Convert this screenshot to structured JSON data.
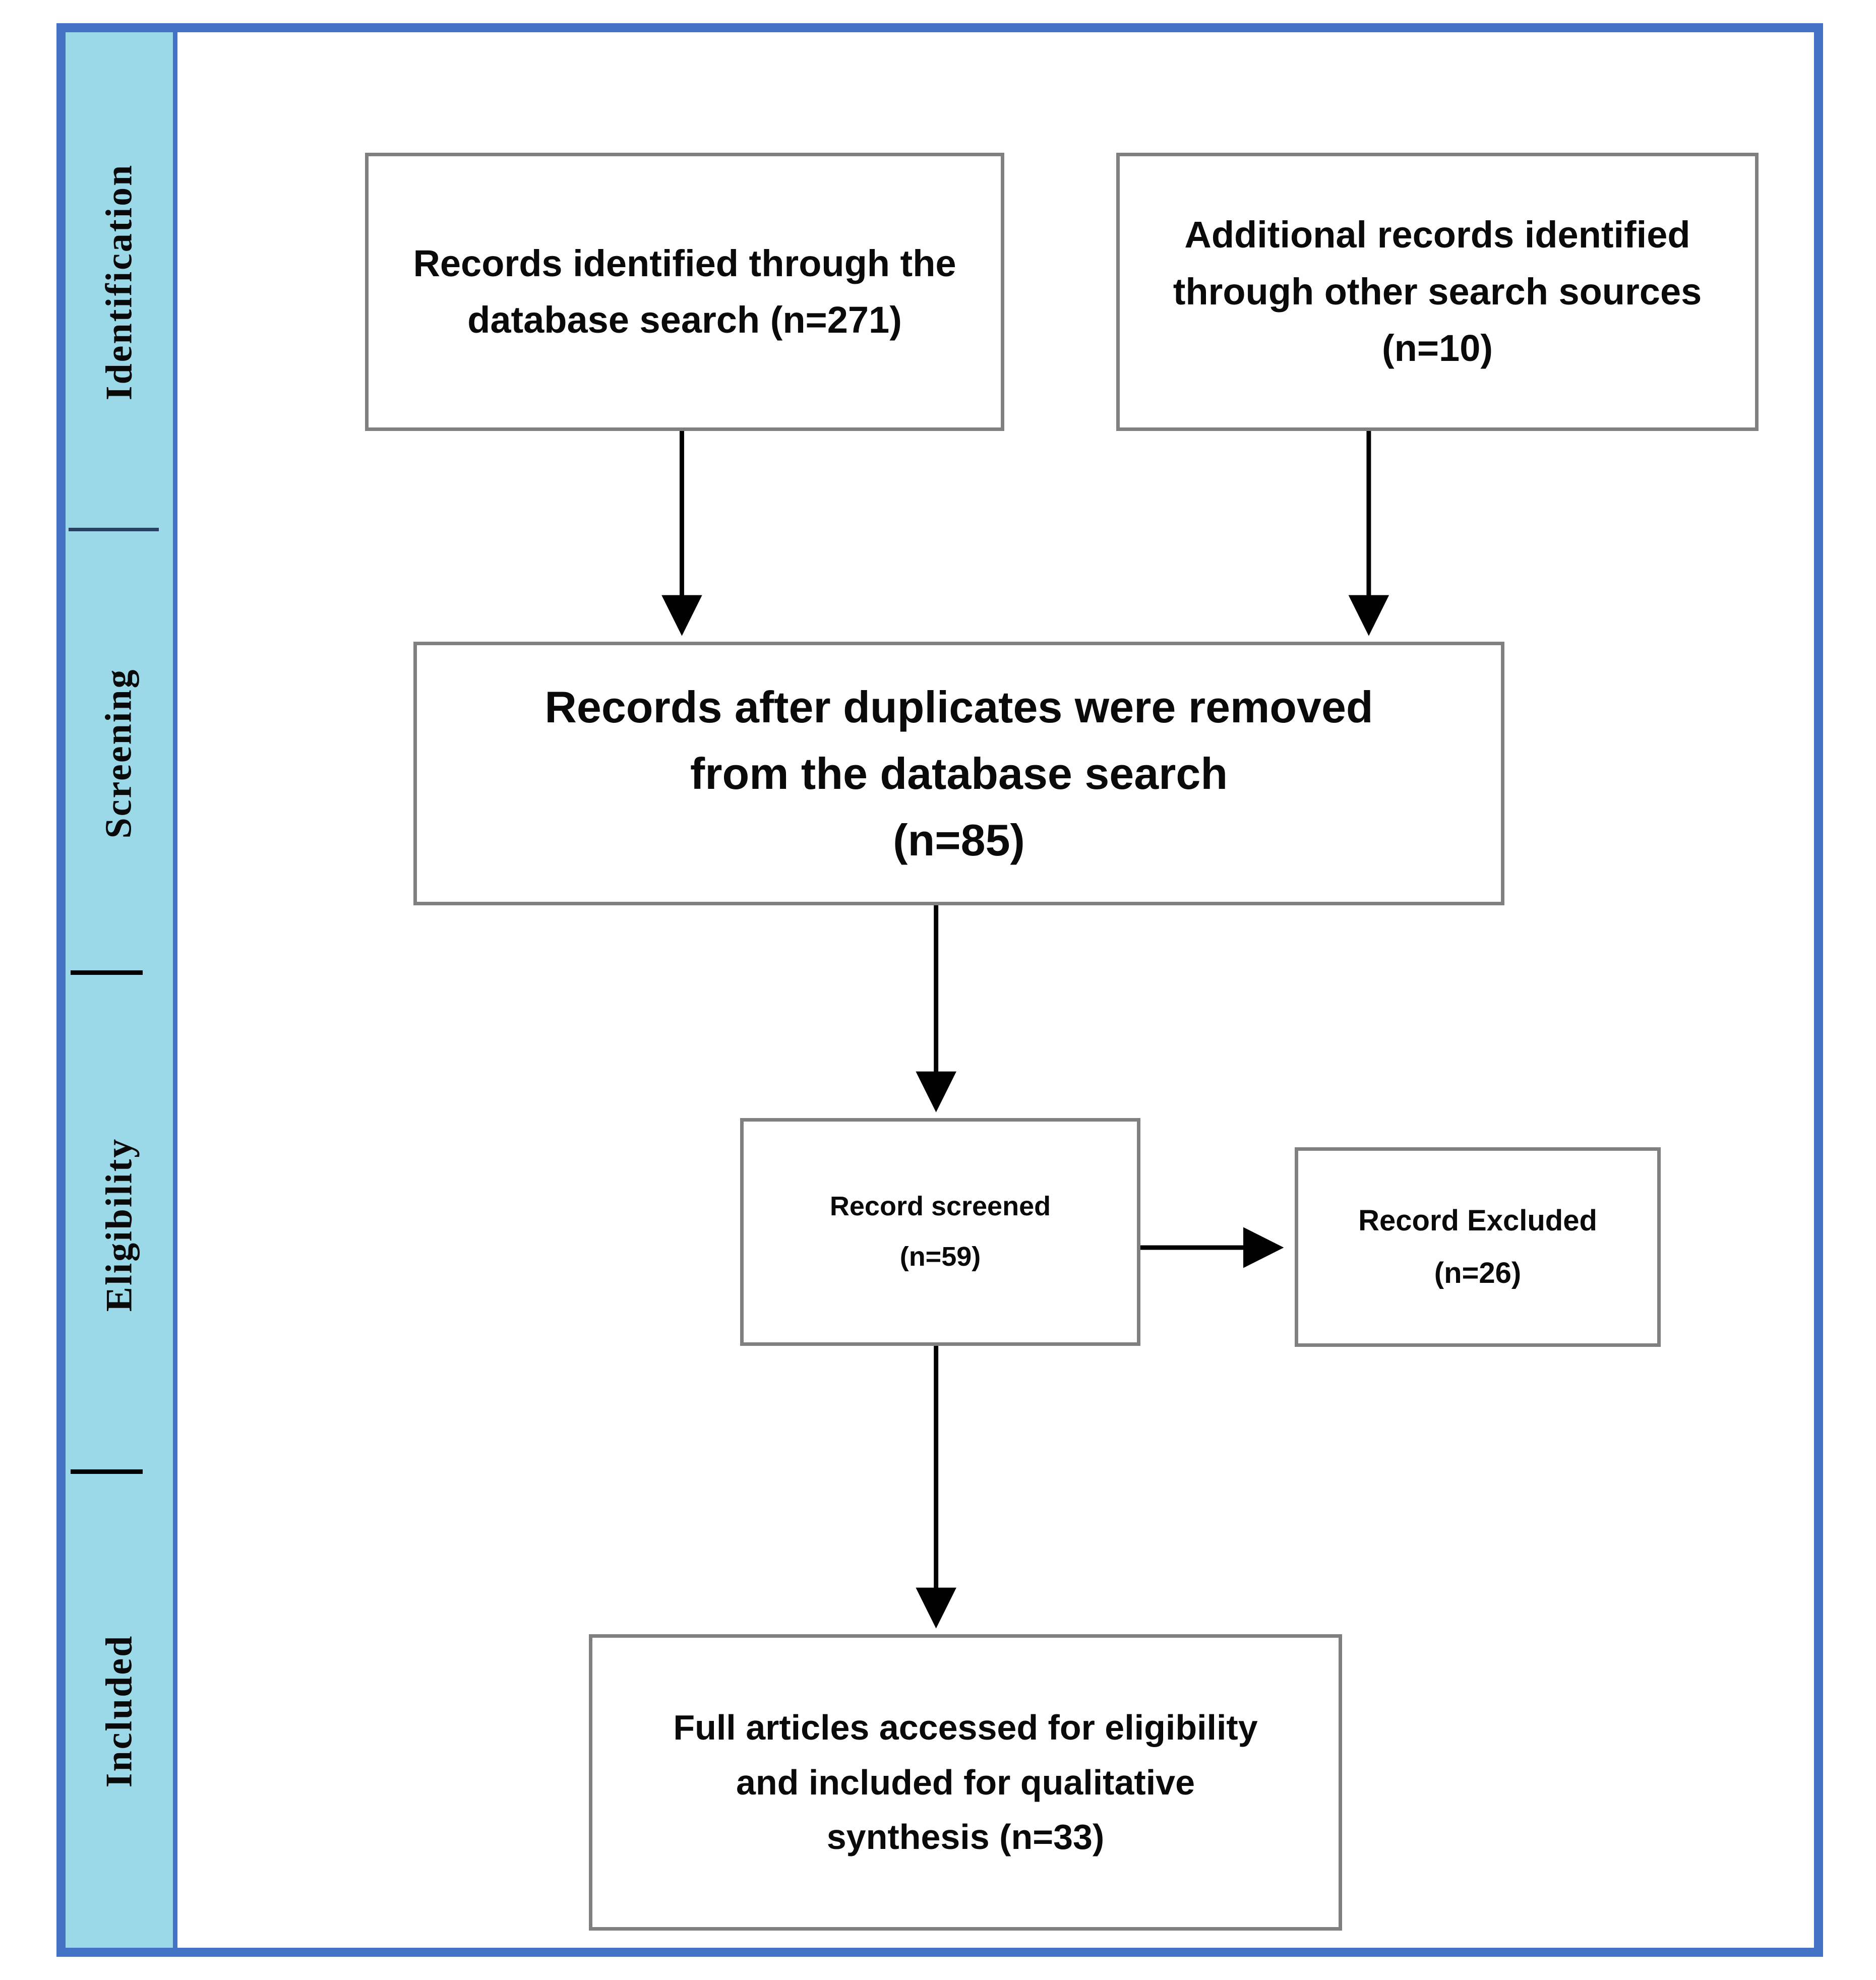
{
  "figure": {
    "type": "prisma-flow-diagram",
    "frame_border_color": "#4472C4",
    "sidebar_fill_color": "#9BD8E8",
    "box_border_color": "#808080",
    "text_color": "#0A0A0A",
    "arrow_color": "#000000"
  },
  "sidebar": {
    "stages": [
      {
        "id": "identification",
        "label": "Identification"
      },
      {
        "id": "screening",
        "label": "Screening"
      },
      {
        "id": "eligibility",
        "label": "Eligibility"
      },
      {
        "id": "included",
        "label": "Included"
      }
    ]
  },
  "flow": {
    "nodes": [
      {
        "id": "db-search",
        "lines": [
          "Records identified through the",
          "database search (n=271)"
        ],
        "count_label": "n=271",
        "count": 271
      },
      {
        "id": "other-sources",
        "lines": [
          "Additional records identified",
          "through other search sources",
          "(n=10)"
        ],
        "count_label": "n=10",
        "count": 10
      },
      {
        "id": "dedup",
        "lines": [
          "Records after duplicates were removed",
          "from the database search",
          "(n=85)"
        ],
        "count_label": "n=85",
        "count": 85
      },
      {
        "id": "screened",
        "lines": [
          "Record screened",
          "(n=59)"
        ],
        "count_label": "n=59",
        "count": 59
      },
      {
        "id": "excluded",
        "lines": [
          "Record Excluded",
          "(n=26)"
        ],
        "count_label": "n=26",
        "count": 26
      },
      {
        "id": "included",
        "lines": [
          "Full articles accessed for eligibility",
          "and included for qualitative",
          "synthesis (n=33)"
        ],
        "count_label": "n=33",
        "count": 33
      }
    ],
    "edges": [
      {
        "from": "db-search",
        "to": "dedup",
        "direction": "down"
      },
      {
        "from": "other-sources",
        "to": "dedup",
        "direction": "down"
      },
      {
        "from": "dedup",
        "to": "screened",
        "direction": "down"
      },
      {
        "from": "screened",
        "to": "excluded",
        "direction": "right"
      },
      {
        "from": "screened",
        "to": "included",
        "direction": "down"
      }
    ]
  }
}
